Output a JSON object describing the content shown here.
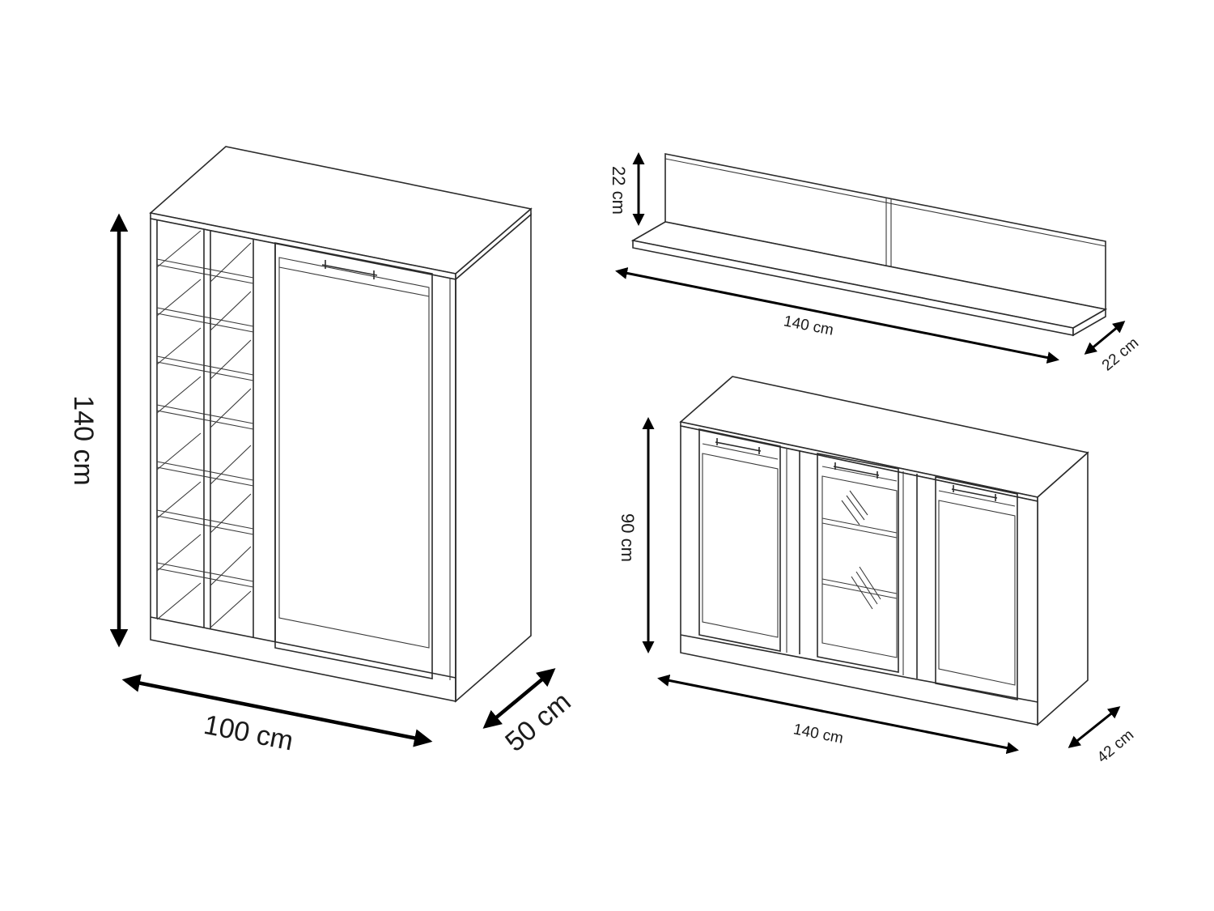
{
  "dimensions": {
    "cabinet_height": "140 cm",
    "cabinet_width": "100 cm",
    "cabinet_depth": "50 cm",
    "shelf_height": "22 cm",
    "shelf_width": "140 cm",
    "shelf_depth": "22 cm",
    "sideboard_height": "90 cm",
    "sideboard_width": "140 cm",
    "sideboard_depth": "42 cm"
  },
  "colors": {
    "line": "#2b2b2b",
    "arrow": "#000000",
    "background": "#ffffff"
  }
}
